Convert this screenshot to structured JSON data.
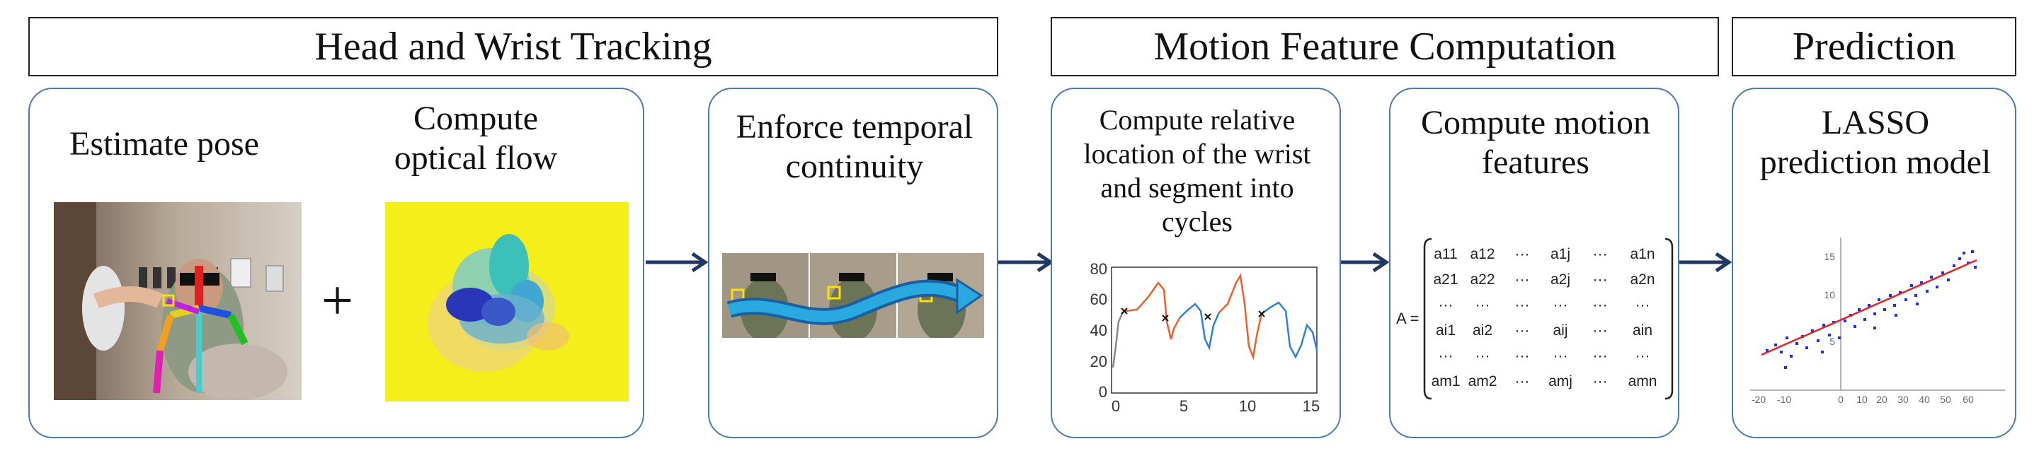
{
  "headers": {
    "tracking": "Head and Wrist Tracking",
    "motion": "Motion Feature Computation",
    "prediction": "Prediction"
  },
  "panels": {
    "estimate_pose": "Estimate pose",
    "optical_flow_line1": "Compute",
    "optical_flow_line2": "optical flow",
    "plus_sign": "+",
    "temporal_line1": "Enforce temporal",
    "temporal_line2": "continuity",
    "relative_line1": "Compute relative",
    "relative_line2": "location of the wrist",
    "relative_line3": "and segment into",
    "relative_line4": "cycles",
    "features_line1": "Compute motion",
    "features_line2": "features",
    "lasso_line1": "LASSO",
    "lasso_line2": "prediction model"
  },
  "matrix": {
    "label": "A =",
    "rows": [
      [
        "a11",
        "a12",
        "···",
        "a1j",
        "···",
        "a1n"
      ],
      [
        "a21",
        "a22",
        "···",
        "a2j",
        "···",
        "a2n"
      ],
      [
        "···",
        "···",
        "···",
        "···",
        "···",
        "···"
      ],
      [
        "ai1",
        "ai2",
        "···",
        "aij",
        "···",
        "ain"
      ],
      [
        "···",
        "···",
        "···",
        "···",
        "···",
        "···"
      ],
      [
        "am1",
        "am2",
        "···",
        "amj",
        "···",
        "amn"
      ]
    ]
  },
  "cycle_plot": {
    "y_ticks": [
      "80",
      "60",
      "40",
      "20",
      "0"
    ],
    "x_ticks": [
      "0",
      "5",
      "10",
      "15"
    ]
  },
  "scatter_plot": {
    "y_ticks": [
      "15",
      "10",
      "5"
    ],
    "x_ticks": [
      "-20",
      "-10",
      "0",
      "10",
      "20",
      "30",
      "40",
      "50",
      "60"
    ]
  },
  "colors": {
    "panel_border": "#4a7ab3",
    "arrow": "#1f3864",
    "segment_orange": "#e8602c",
    "segment_blue": "#2f7ed8",
    "regression_line": "#e8202a",
    "scatter_points": "#1a2ee0",
    "flow_background": "#f4ee1a"
  }
}
